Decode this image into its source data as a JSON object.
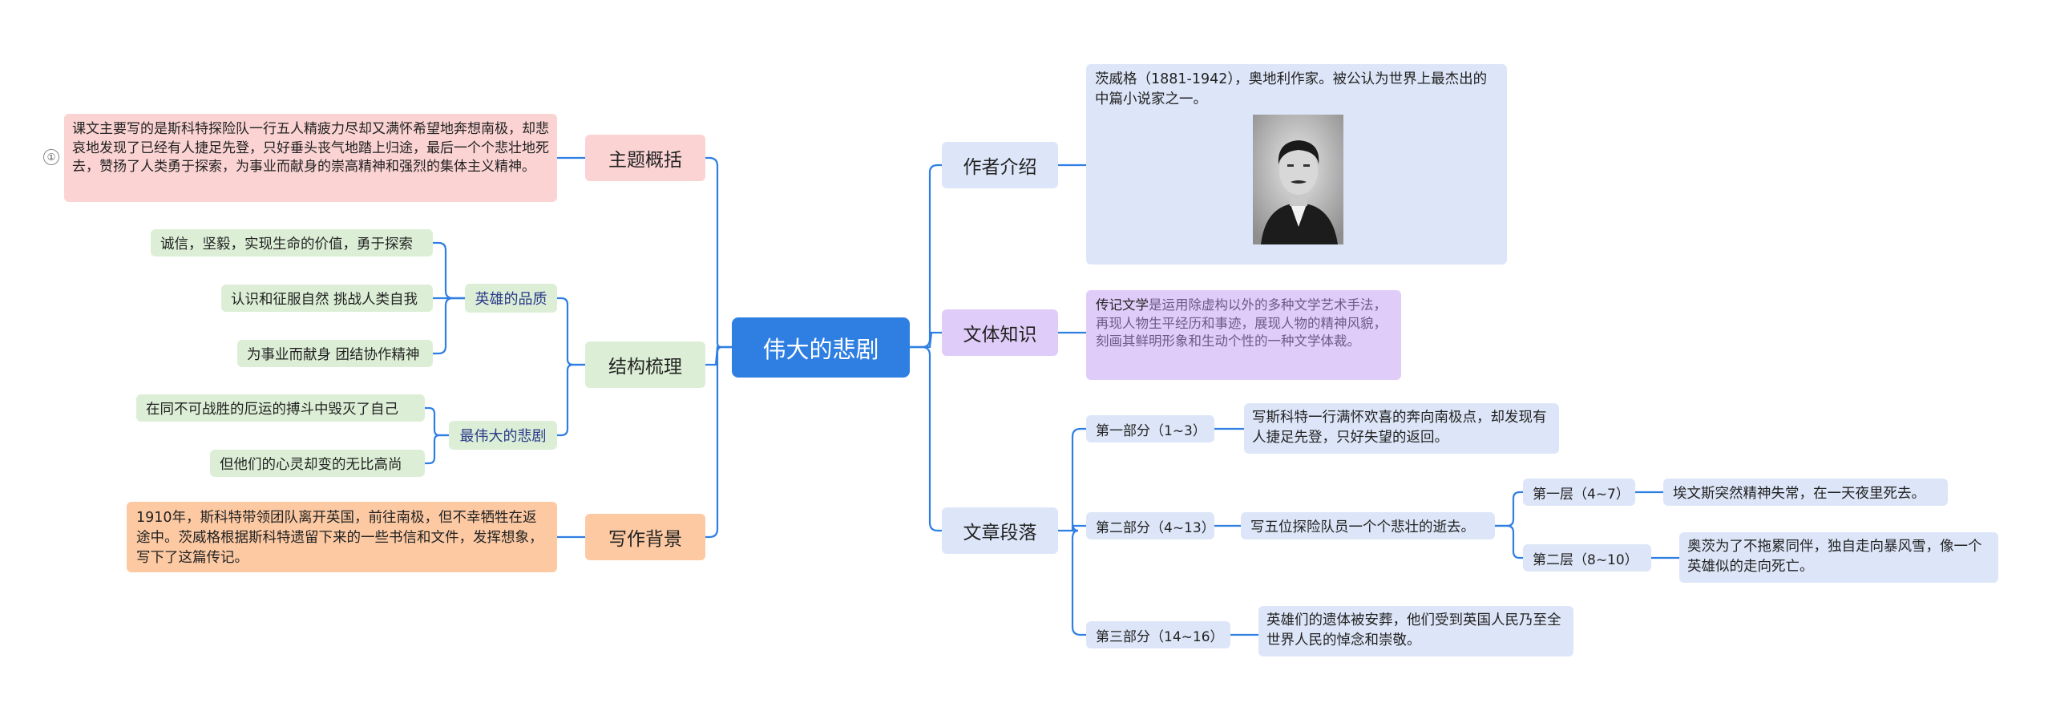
{
  "center": {
    "title": "伟大的悲剧"
  },
  "left": {
    "theme": {
      "label": "主题概括",
      "badge": "①",
      "text": "课文主要写的是斯科特探险队一行五人精疲力尽却又满怀希望地奔想南极，却悲哀地发现了已经有人捷足先登，只好垂头丧气地踏上归途，最后一个个悲壮地死去，赞扬了人类勇于探索，为事业而献身的崇高精神和强烈的集体主义精神。"
    },
    "structure": {
      "label": "结构梳理",
      "groups": [
        {
          "label": "英雄的品质",
          "items": [
            "诚信，坚毅，实现生命的价值，勇于探索",
            "认识和征服自然 挑战人类自我",
            "为事业而献身 团结协作精神"
          ]
        },
        {
          "label": "最伟大的悲剧",
          "items": [
            "在同不可战胜的厄运的搏斗中毁灭了自己",
            "但他们的心灵却变的无比高尚"
          ]
        }
      ]
    },
    "background": {
      "label": "写作背景",
      "text": "1910年，斯科特带领团队离开英国，前往南极，但不幸牺牲在返途中。茨威格根据斯科特遗留下来的一些书信和文件，发挥想象，写下了这篇传记。"
    }
  },
  "right": {
    "author": {
      "label": "作者介绍",
      "text": "茨威格（1881-1942），奥地利作家。被公认为世界上最杰出的中篇小说家之一。"
    },
    "genre": {
      "label": "文体知识",
      "term": "传记文学",
      "text": "是运用除虚构以外的多种文学艺术手法，再现人物生平经历和事迹，展现人物的精神风貌，刻画其鲜明形象和生动个性的一种文学体裁。"
    },
    "sections": {
      "label": "文章段落",
      "parts": [
        {
          "label": "第一部分（1~3）",
          "text": "写斯科特一行满怀欢喜的奔向南极点，却发现有人捷足先登，只好失望的返回。"
        },
        {
          "label": "第二部分（4~13）",
          "text": "写五位探险队员一个个悲壮的逝去。",
          "layers": [
            {
              "label": "第一层（4~7）",
              "text": "埃文斯突然精神失常，在一天夜里死去。"
            },
            {
              "label": "第二层（8~10）",
              "text": "奥茨为了不拖累同伴，独自走向暴风雪，像一个英雄似的走向死亡。"
            }
          ]
        },
        {
          "label": "第三部分（14~16）",
          "text": "英雄们的遗体被安葬，他们受到英国人民乃至全世界人民的悼念和崇敬。"
        }
      ]
    }
  },
  "colors": {
    "center": "#2f7fe3",
    "line": "#2f7fe3",
    "pink": "#fbd3d3",
    "green": "#dcefd6",
    "orange": "#fcc9a3",
    "blue": "#dde6f8",
    "purple": "#e0ccf8"
  }
}
